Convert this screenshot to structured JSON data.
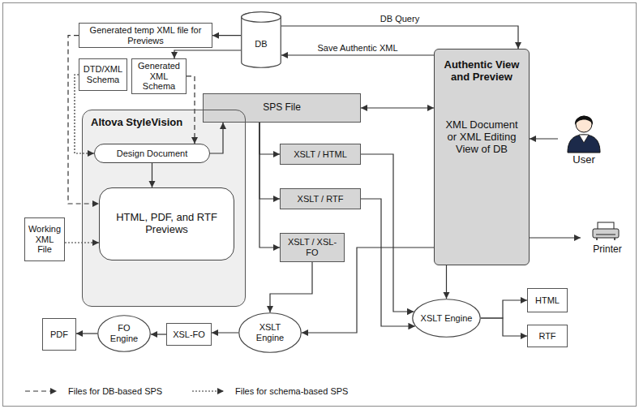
{
  "diagram": {
    "nodes": [
      {
        "text": [
          "Generated temp XML file for Previews"
        ]
      },
      {
        "text": [
          "DB"
        ]
      },
      {
        "text": [
          "DTD/XML Schema"
        ]
      },
      {
        "text": [
          "Generated XML Schema"
        ]
      },
      {
        "text": [
          "Authentic View and Preview",
          "XML Document or XML Editing View of DB"
        ]
      },
      {
        "text": [
          "SPS File"
        ]
      },
      {
        "text": [
          "Altova StyleVision"
        ]
      },
      {
        "text": [
          "Design Document"
        ],
        "in": 6
      },
      {
        "text": [
          "HTML, PDF, and RTF Previews"
        ],
        "in": 6
      },
      {
        "text": [
          "Working XML File"
        ]
      },
      {
        "text": [
          "XSLT / HTML"
        ]
      },
      {
        "text": [
          "XSLT / RTF"
        ]
      },
      {
        "text": [
          "XSLT / XSL-FO"
        ]
      },
      {
        "text": [
          "User"
        ]
      },
      {
        "text": [
          "Printer"
        ]
      },
      {
        "text": [
          "PDF"
        ]
      },
      {
        "text": [
          "FO Engine"
        ]
      },
      {
        "text": [
          "XSL-FO"
        ]
      },
      {
        "text": [
          "XSLT Engine"
        ]
      },
      {
        "text": [
          "XSLT Engine"
        ]
      },
      {
        "text": [
          "HTML"
        ]
      },
      {
        "text": [
          "RTF"
        ]
      }
    ],
    "edges": [
      {
        "from": 1,
        "to": 4,
        "arrow": "to",
        "label": "DB Query"
      },
      {
        "from": 4,
        "to": 1,
        "arrow": "to",
        "label": "Save Authentic XML"
      },
      {
        "from": 1,
        "to": 0,
        "arrow": "to"
      },
      {
        "from": 0,
        "to": 8,
        "arrow": "to"
      },
      {
        "from": 1,
        "to": 3,
        "arrow": "to"
      },
      {
        "from": 3,
        "to": 7,
        "arrow": "to"
      },
      {
        "from": 2,
        "to": 7,
        "arrow": "to"
      },
      {
        "from": 7,
        "to": 8,
        "arrow": "to"
      },
      {
        "from": 9,
        "to": 8,
        "arrow": "to"
      },
      {
        "from": 7,
        "to": 5,
        "arrow": "to"
      },
      {
        "from": 5,
        "to": 4,
        "arrow": "both"
      },
      {
        "from": 5,
        "to": 10,
        "arrow": "to"
      },
      {
        "from": 5,
        "to": 11,
        "arrow": "to"
      },
      {
        "from": 5,
        "to": 12,
        "arrow": "to"
      },
      {
        "from": 13,
        "to": 4,
        "arrow": "to"
      },
      {
        "from": 4,
        "to": 14,
        "arrow": "to"
      },
      {
        "from": 4,
        "to": 19,
        "arrow": "to"
      },
      {
        "from": 10,
        "to": 19,
        "arrow": "to"
      },
      {
        "from": 11,
        "to": 19,
        "arrow": "to"
      },
      {
        "from": 4,
        "to": 18,
        "arrow": "to"
      },
      {
        "from": 12,
        "to": 18,
        "arrow": "to"
      },
      {
        "from": 18,
        "to": 17,
        "arrow": "to"
      },
      {
        "from": 17,
        "to": 16,
        "arrow": "to"
      },
      {
        "from": 16,
        "to": 15,
        "arrow": "to"
      },
      {
        "from": 19,
        "to": 20,
        "arrow": "to"
      },
      {
        "from": 19,
        "to": 21,
        "arrow": "to"
      }
    ],
    "legend": [
      {
        "text": "Files for DB-based SPS"
      },
      {
        "text": "Files for schema-based SPS"
      }
    ]
  }
}
